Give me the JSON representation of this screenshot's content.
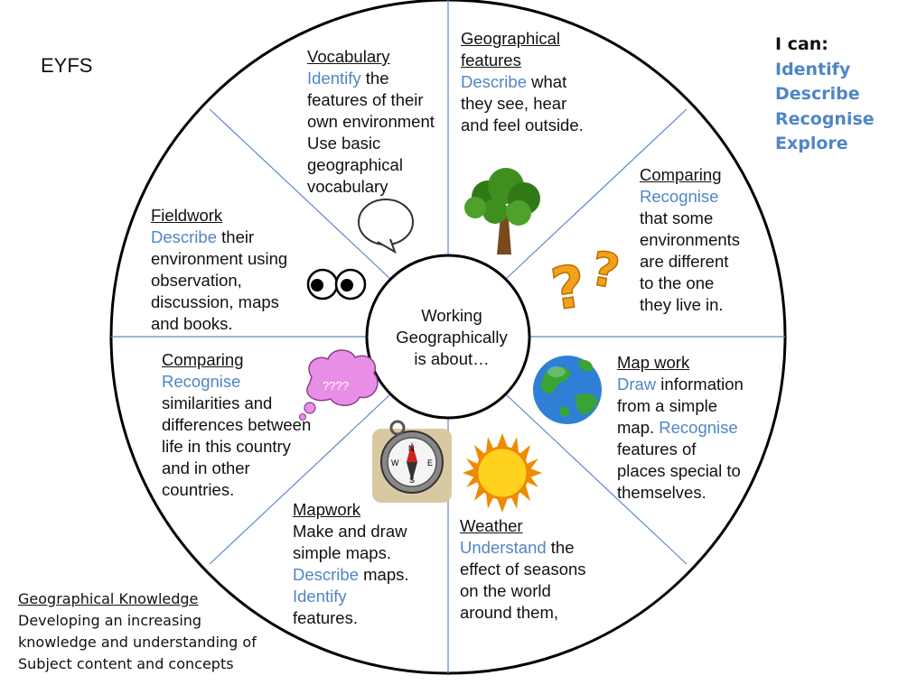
{
  "title": "EYFS",
  "ican": {
    "heading": "I can:",
    "verbs": [
      "Identify",
      "Describe",
      "Recognise",
      "Explore"
    ]
  },
  "center": {
    "line1": "Working",
    "line2": "Geographically",
    "line3": "is about…"
  },
  "segments": {
    "vocabulary": {
      "heading": "Vocabulary",
      "verb": "Identify",
      "rest1": " the",
      "lines": [
        "features of their",
        "own environment",
        "Use basic",
        "geographical",
        "vocabulary"
      ]
    },
    "geo_features": {
      "heading1": "Geographical",
      "heading2": "features",
      "verb": "Describe",
      "rest1": " what",
      "lines": [
        "they see, hear",
        "and feel outside."
      ]
    },
    "comparing_top": {
      "heading": "Comparing",
      "verb": "Recognise",
      "lines": [
        "that some",
        "environments",
        "are different",
        "to the one",
        "they live in."
      ]
    },
    "fieldwork": {
      "heading": "Fieldwork",
      "verb": "Describe",
      "rest1": " their",
      "lines": [
        "environment using",
        "observation,",
        "discussion, maps",
        "and books."
      ]
    },
    "comparing_bottom": {
      "heading": "Comparing",
      "verb": "Recognise",
      "lines": [
        "similarities and",
        "differences between",
        "life in this country",
        "and in other",
        "countries."
      ]
    },
    "map_work": {
      "heading": "Map work",
      "verb": "Draw",
      "rest1": " information",
      "line2": "from a simple",
      "line3a": "map. ",
      "verb2": "Recognise",
      "lines": [
        "features of",
        "places special to",
        "themselves."
      ]
    },
    "mapwork": {
      "heading": "Mapwork",
      "line1": "Make and draw",
      "line2": "simple maps.",
      "verb": "Describe",
      "rest": " maps.",
      "verb2": "Identify",
      "line5": "features."
    },
    "weather": {
      "heading": "Weather",
      "verb": "Understand",
      "rest1": " the",
      "lines": [
        "effect of seasons",
        "on the world",
        "around them,"
      ]
    }
  },
  "thought_bubble_text": "????",
  "question_marks": "??",
  "compass_letters": [
    "N",
    "E",
    "S",
    "W"
  ],
  "geo_knowledge": {
    "heading": "Geographical Knowledge",
    "lines": [
      "Developing an increasing",
      "knowledge and understanding of",
      "Subject content and concepts"
    ]
  },
  "colors": {
    "verb_blue": "#4f86c6",
    "divider_blue": "#5b8ac5",
    "tree_green": "#3f8f1f",
    "trunk_brown": "#7a4a1c",
    "question_orange": "#f4a11a",
    "bubble_pink": "#e98ee6",
    "earth_blue": "#2f7fd6",
    "land_green": "#39a336",
    "sun_yellow": "#ffd21f",
    "sun_orange": "#f08a00"
  }
}
